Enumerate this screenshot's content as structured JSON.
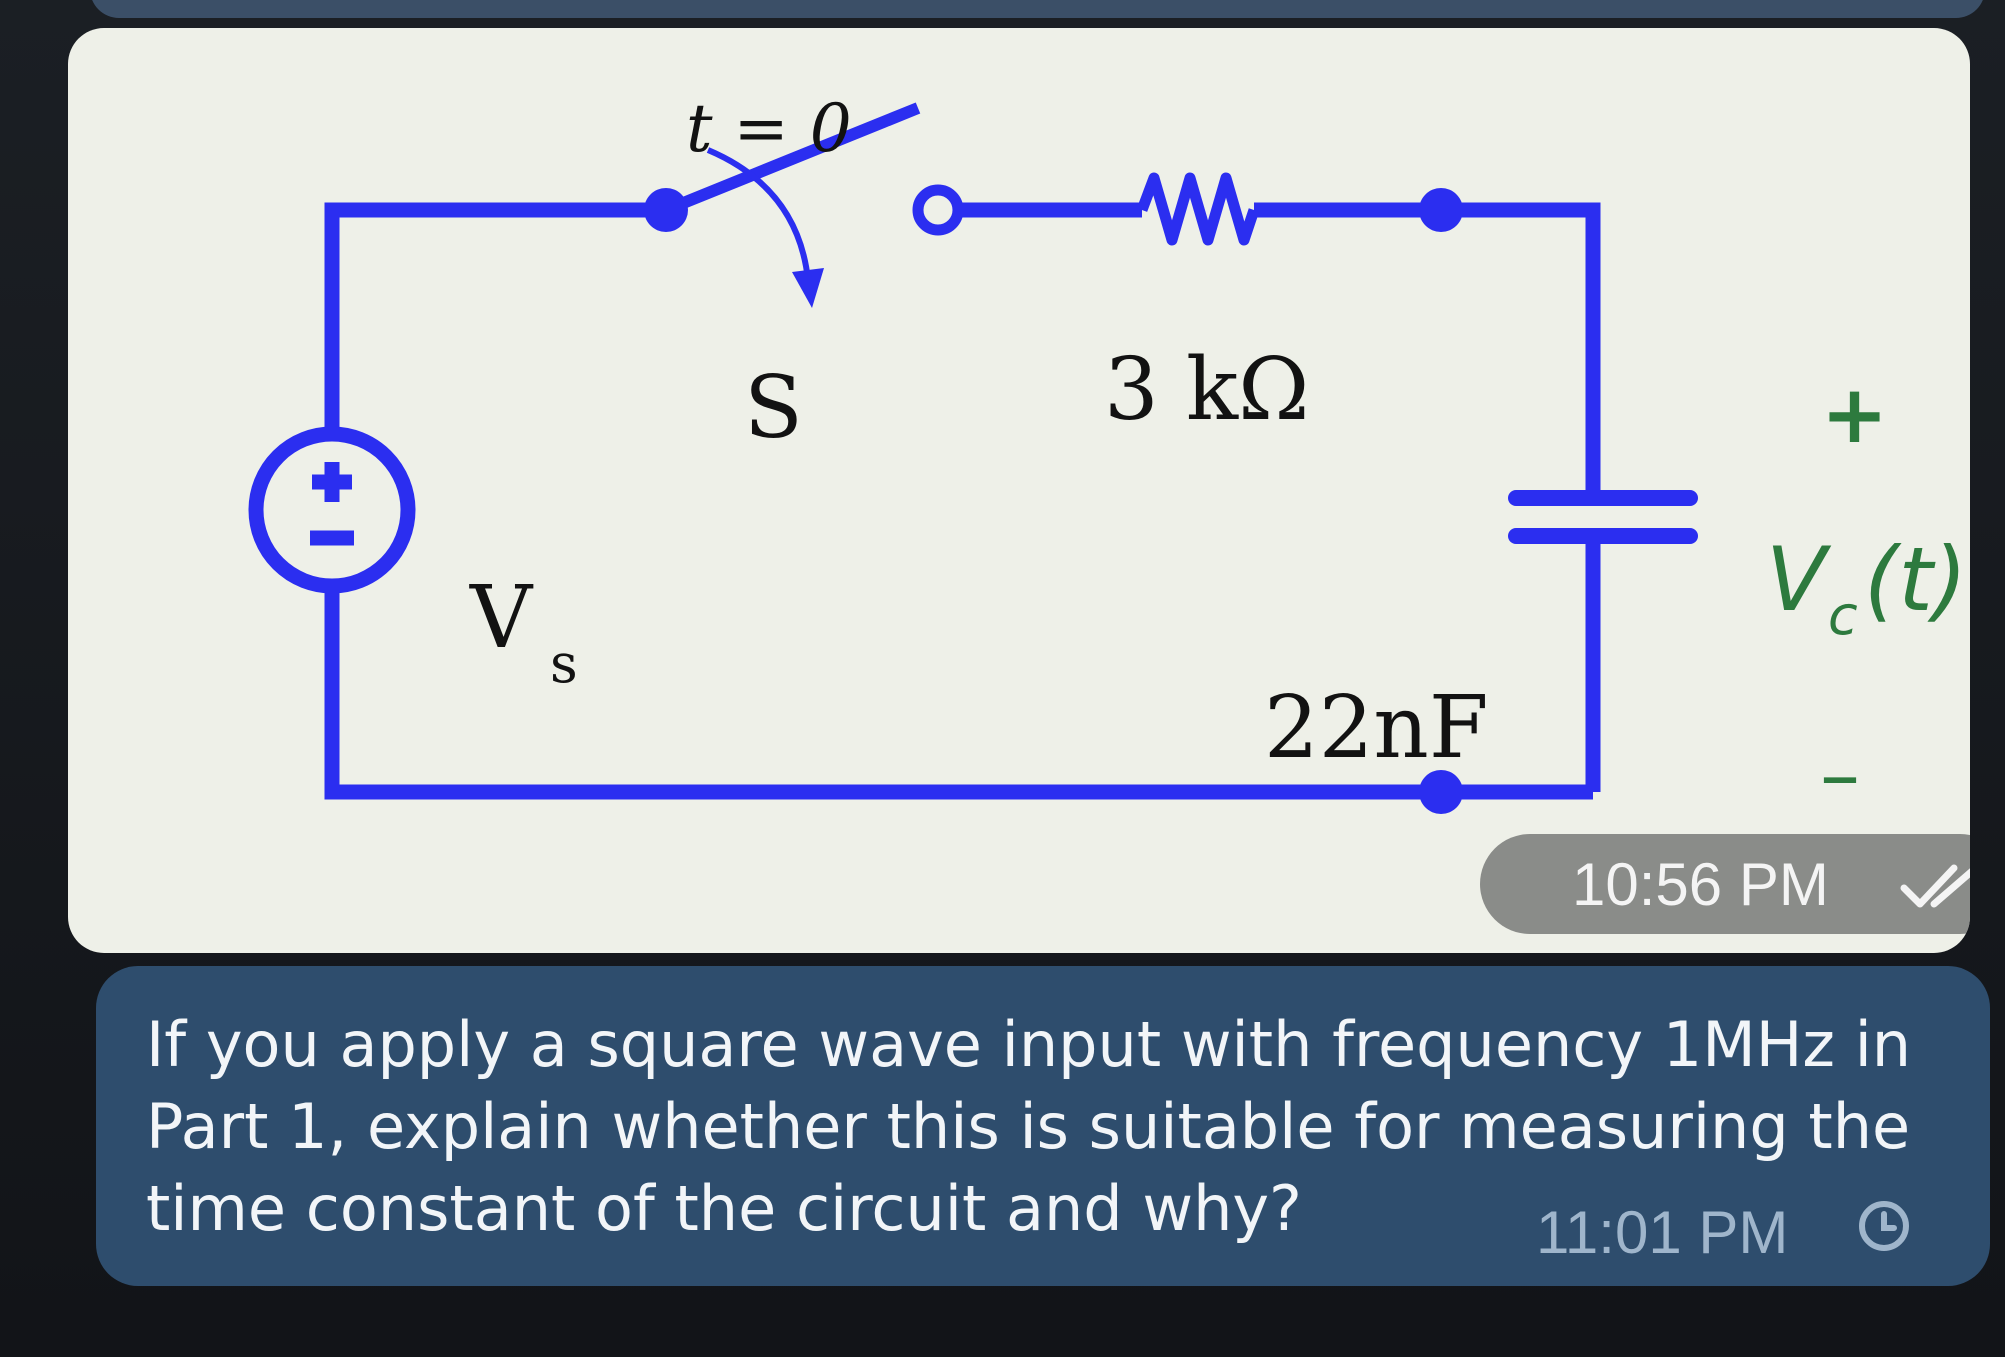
{
  "image_message": {
    "circuit": {
      "switch_time": "t = 0",
      "switch_label": "S",
      "resistor_label": "3 kΩ",
      "source_label": "V",
      "source_subscript": "s",
      "capacitor_label": "22nF",
      "cap_voltage_plus": "+",
      "cap_voltage_v": "V",
      "cap_voltage_sub": "c",
      "cap_voltage_rest": "(t)",
      "cap_voltage_minus": "–"
    },
    "timestamp": "10:56 PM",
    "status_icon": "double-check-icon",
    "colors": {
      "wire": "#2b2ef0",
      "voltage_label": "#2d7a3e"
    }
  },
  "text_message": {
    "body": "If you apply a square wave input with frequency 1MHz in\nPart 1, explain whether this is suitable for measuring the\ntime constant of the circuit and why?",
    "timestamp": "11:01 PM",
    "status_icon": "clock-pending-icon"
  },
  "colors": {
    "bubble": "#2e4d6d",
    "background": "#14171b"
  }
}
